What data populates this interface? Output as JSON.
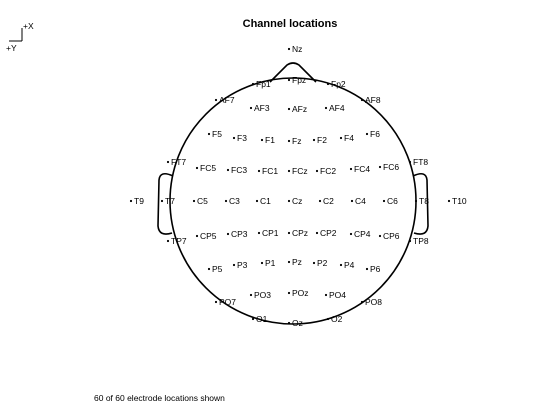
{
  "figure": {
    "title": "Channel locations",
    "footer": "60 of 60 electrode locations shown",
    "axes_indicator": {
      "x_label": "+X",
      "y_label": "+Y"
    }
  },
  "colors": {
    "background": "#ffffff",
    "line": "#000000",
    "text": "#000000"
  },
  "electrodes": [
    "Nz",
    "Fp1",
    "Fpz",
    "Fp2",
    "AF7",
    "AF3",
    "AFz",
    "AF4",
    "AF8",
    "F5",
    "F3",
    "F1",
    "Fz",
    "F2",
    "F4",
    "F6",
    "FT7",
    "FC5",
    "FC3",
    "FC1",
    "FCz",
    "FC2",
    "FC4",
    "FC6",
    "FT8",
    "T9",
    "T7",
    "C5",
    "C3",
    "C1",
    "Cz",
    "C2",
    "C4",
    "C6",
    "T8",
    "T10",
    "TP7",
    "CP5",
    "CP3",
    "CP1",
    "CPz",
    "CP2",
    "CP4",
    "CP6",
    "TP8",
    "P5",
    "P3",
    "P1",
    "Pz",
    "P2",
    "P4",
    "P6",
    "PO7",
    "PO3",
    "POz",
    "PO4",
    "PO8",
    "O1",
    "Oz",
    "O2"
  ]
}
